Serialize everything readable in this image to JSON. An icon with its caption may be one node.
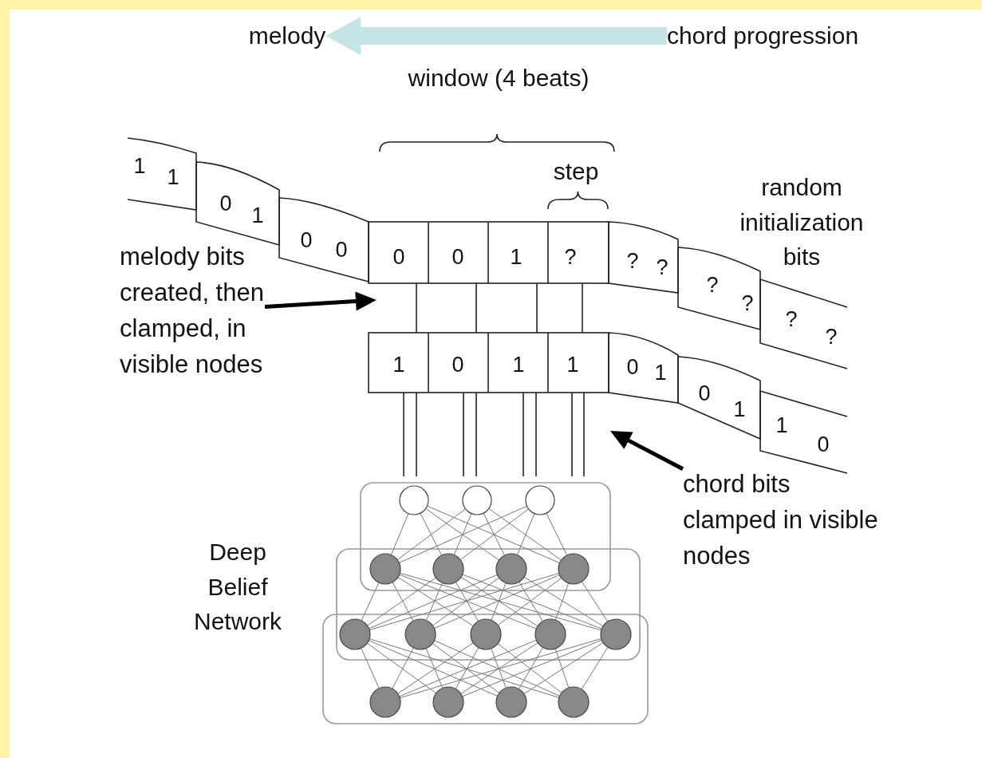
{
  "diagram": {
    "nodes": [
      {
        "text": [
          "melody"
        ]
      },
      {
        "text": [
          "chord progression"
        ]
      },
      {
        "text": [
          "melody bits created, then clamped, in visible nodes"
        ]
      },
      {
        "text": [
          "chord bits clamped in visible nodes"
        ]
      },
      {
        "text": [],
        "shape": "circle"
      },
      {
        "text": [],
        "shape": "circle"
      },
      {
        "text": [],
        "shape": "circle"
      },
      {
        "text": [],
        "shape": "circle"
      },
      {
        "text": [],
        "shape": "circle"
      },
      {
        "text": [],
        "shape": "circle"
      },
      {
        "text": [],
        "shape": "circle"
      },
      {
        "text": [],
        "shape": "circle"
      },
      {
        "text": [],
        "shape": "circle"
      },
      {
        "text": [],
        "shape": "circle"
      },
      {
        "text": [],
        "shape": "circle"
      },
      {
        "text": [],
        "shape": "circle"
      },
      {
        "text": [],
        "shape": "circle"
      },
      {
        "text": [],
        "shape": "circle"
      },
      {
        "text": [],
        "shape": "circle"
      },
      {
        "text": [],
        "shape": "circle"
      }
    ],
    "edges": [
      {
        "from": 1,
        "to": 0,
        "arrow": "to",
        "style": "thick",
        "color": "#c5e4e6"
      },
      {
        "from": 2,
        "to": null,
        "arrow": "to",
        "style": "thick",
        "color": "#000000"
      },
      {
        "from": 3,
        "to": null,
        "arrow": "to",
        "style": "thick",
        "color": "#000000"
      },
      {
        "from": 4,
        "to": 7,
        "arrow": "none"
      },
      {
        "from": 4,
        "to": 8,
        "arrow": "none"
      },
      {
        "from": 4,
        "to": 9,
        "arrow": "none"
      },
      {
        "from": 4,
        "to": 10,
        "arrow": "none"
      },
      {
        "from": 5,
        "to": 7,
        "arrow": "none"
      },
      {
        "from": 5,
        "to": 8,
        "arrow": "none"
      },
      {
        "from": 5,
        "to": 9,
        "arrow": "none"
      },
      {
        "from": 5,
        "to": 10,
        "arrow": "none"
      },
      {
        "from": 6,
        "to": 7,
        "arrow": "none"
      },
      {
        "from": 6,
        "to": 8,
        "arrow": "none"
      },
      {
        "from": 6,
        "to": 9,
        "arrow": "none"
      },
      {
        "from": 6,
        "to": 10,
        "arrow": "none"
      },
      {
        "from": 7,
        "to": 11,
        "arrow": "none"
      },
      {
        "from": 7,
        "to": 12,
        "arrow": "none"
      },
      {
        "from": 7,
        "to": 13,
        "arrow": "none"
      },
      {
        "from": 7,
        "to": 14,
        "arrow": "none"
      },
      {
        "from": 7,
        "to": 15,
        "arrow": "none"
      },
      {
        "from": 8,
        "to": 11,
        "arrow": "none"
      },
      {
        "from": 8,
        "to": 12,
        "arrow": "none"
      },
      {
        "from": 8,
        "to": 13,
        "arrow": "none"
      },
      {
        "from": 8,
        "to": 14,
        "arrow": "none"
      },
      {
        "from": 8,
        "to": 15,
        "arrow": "none"
      },
      {
        "from": 9,
        "to": 11,
        "arrow": "none"
      },
      {
        "from": 9,
        "to": 12,
        "arrow": "none"
      },
      {
        "from": 9,
        "to": 13,
        "arrow": "none"
      },
      {
        "from": 9,
        "to": 14,
        "arrow": "none"
      },
      {
        "from": 9,
        "to": 15,
        "arrow": "none"
      },
      {
        "from": 10,
        "to": 11,
        "arrow": "none"
      },
      {
        "from": 10,
        "to": 12,
        "arrow": "none"
      },
      {
        "from": 10,
        "to": 13,
        "arrow": "none"
      },
      {
        "from": 10,
        "to": 14,
        "arrow": "none"
      },
      {
        "from": 10,
        "to": 15,
        "arrow": "none"
      },
      {
        "from": 11,
        "to": 16,
        "arrow": "none"
      },
      {
        "from": 11,
        "to": 17,
        "arrow": "none"
      },
      {
        "from": 11,
        "to": 18,
        "arrow": "none"
      },
      {
        "from": 11,
        "to": 19,
        "arrow": "none"
      },
      {
        "from": 12,
        "to": 16,
        "arrow": "none"
      },
      {
        "from": 12,
        "to": 17,
        "arrow": "none"
      },
      {
        "from": 12,
        "to": 18,
        "arrow": "none"
      },
      {
        "from": 12,
        "to": 19,
        "arrow": "none"
      },
      {
        "from": 13,
        "to": 16,
        "arrow": "none"
      },
      {
        "from": 13,
        "to": 17,
        "arrow": "none"
      },
      {
        "from": 13,
        "to": 18,
        "arrow": "none"
      },
      {
        "from": 13,
        "to": 19,
        "arrow": "none"
      },
      {
        "from": 14,
        "to": 16,
        "arrow": "none"
      },
      {
        "from": 14,
        "to": 17,
        "arrow": "none"
      },
      {
        "from": 14,
        "to": 18,
        "arrow": "none"
      },
      {
        "from": 14,
        "to": 19,
        "arrow": "none"
      },
      {
        "from": 15,
        "to": 16,
        "arrow": "none"
      },
      {
        "from": 15,
        "to": 17,
        "arrow": "none"
      },
      {
        "from": 15,
        "to": 18,
        "arrow": "none"
      },
      {
        "from": 15,
        "to": 19,
        "arrow": "none"
      }
    ],
    "labels": [
      "window (4 beats)",
      "step",
      "random initialization bits",
      "1",
      "1",
      "0",
      "1",
      "0",
      "0",
      "0",
      "0",
      "1",
      "?",
      "?",
      "?",
      "?",
      "?",
      "?",
      "?",
      "1",
      "0",
      "1",
      "1",
      "0",
      "1",
      "0",
      "1",
      "1",
      "0",
      "Deep Belief Network"
    ]
  }
}
